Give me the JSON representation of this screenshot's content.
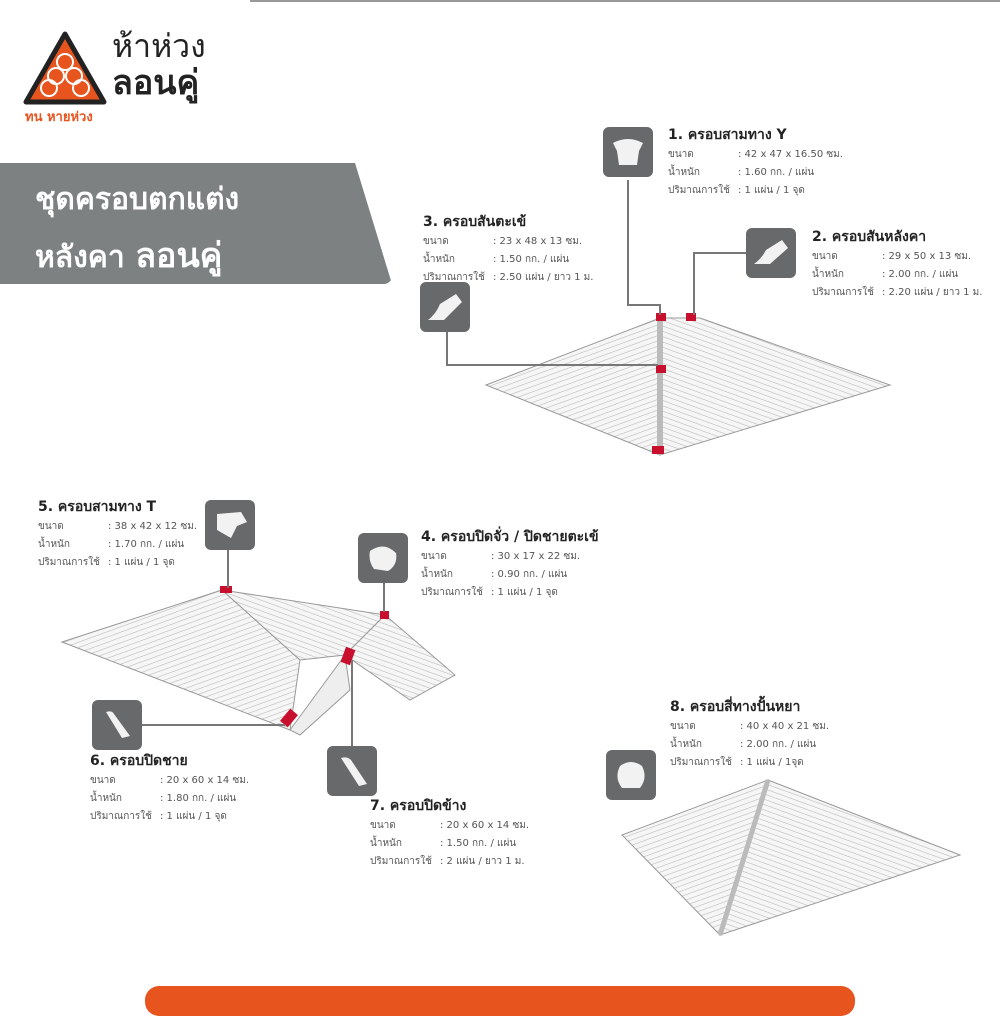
{
  "brand": {
    "line1": "ห้าห่วง",
    "line2": "ลอนคู่",
    "sub": "ทน หายห่วง",
    "accent": "#e8541e"
  },
  "banner": {
    "line1": "ชุดครอบตกแต่ง",
    "line2_a": "หลังคา",
    "line2_b": "ลอนคู่",
    "color": "#7d8182"
  },
  "labels": {
    "size": "ขนาด",
    "weight": "น้ำหนัก",
    "usage": "ปริมาณการใช้"
  },
  "items": [
    {
      "title": "1. ครอบสามทาง Y",
      "size": ": 42 x 47 x 16.50 ซม.",
      "weight": ": 1.60 กก. / แผ่น",
      "usage": ": 1 แผ่น / 1 จุด"
    },
    {
      "title": "2. ครอบสันหลังคา",
      "size": ": 29 x 50 x 13 ซม.",
      "weight": ": 2.00 กก. / แผ่น",
      "usage": ": 2.20 แผ่น / ยาว 1 ม."
    },
    {
      "title": "3. ครอบสันตะเข้",
      "size": ": 23  x 48 x 13 ซม.",
      "weight": ": 1.50 กก. / แผ่น",
      "usage": ": 2.50 แผ่น / ยาว 1 ม."
    },
    {
      "title": "4. ครอบปิดจั่ว / ปิดชายตะเข้",
      "size": ": 30 x 17 x 22 ซม.",
      "weight": ": 0.90 กก. / แผ่น",
      "usage": ": 1 แผ่น / 1 จุด"
    },
    {
      "title": "5. ครอบสามทาง T",
      "size": ": 38 x 42 x 12 ซม.",
      "weight": ": 1.70 กก. / แผ่น",
      "usage": ": 1 แผ่น / 1 จุด"
    },
    {
      "title": "6. ครอบปิดชาย",
      "size": ": 20 x 60 x 14 ซม.",
      "weight": ": 1.80 กก. / แผ่น",
      "usage": ": 1 แผ่น / 1 จุด"
    },
    {
      "title": "7. ครอบปิดข้าง",
      "size": ": 20 x 60 x 14 ซม.",
      "weight": ": 1.50 กก. / แผ่น",
      "usage": ": 2 แผ่น / ยาว 1 ม."
    },
    {
      "title": "8. ครอบสี่ทางปั้นหยา",
      "size": ": 40 x 40 x 21 ซม.",
      "weight": ": 2.00 กก. / แผ่น",
      "usage": ": 1 แผ่น / 1จุด"
    }
  ]
}
